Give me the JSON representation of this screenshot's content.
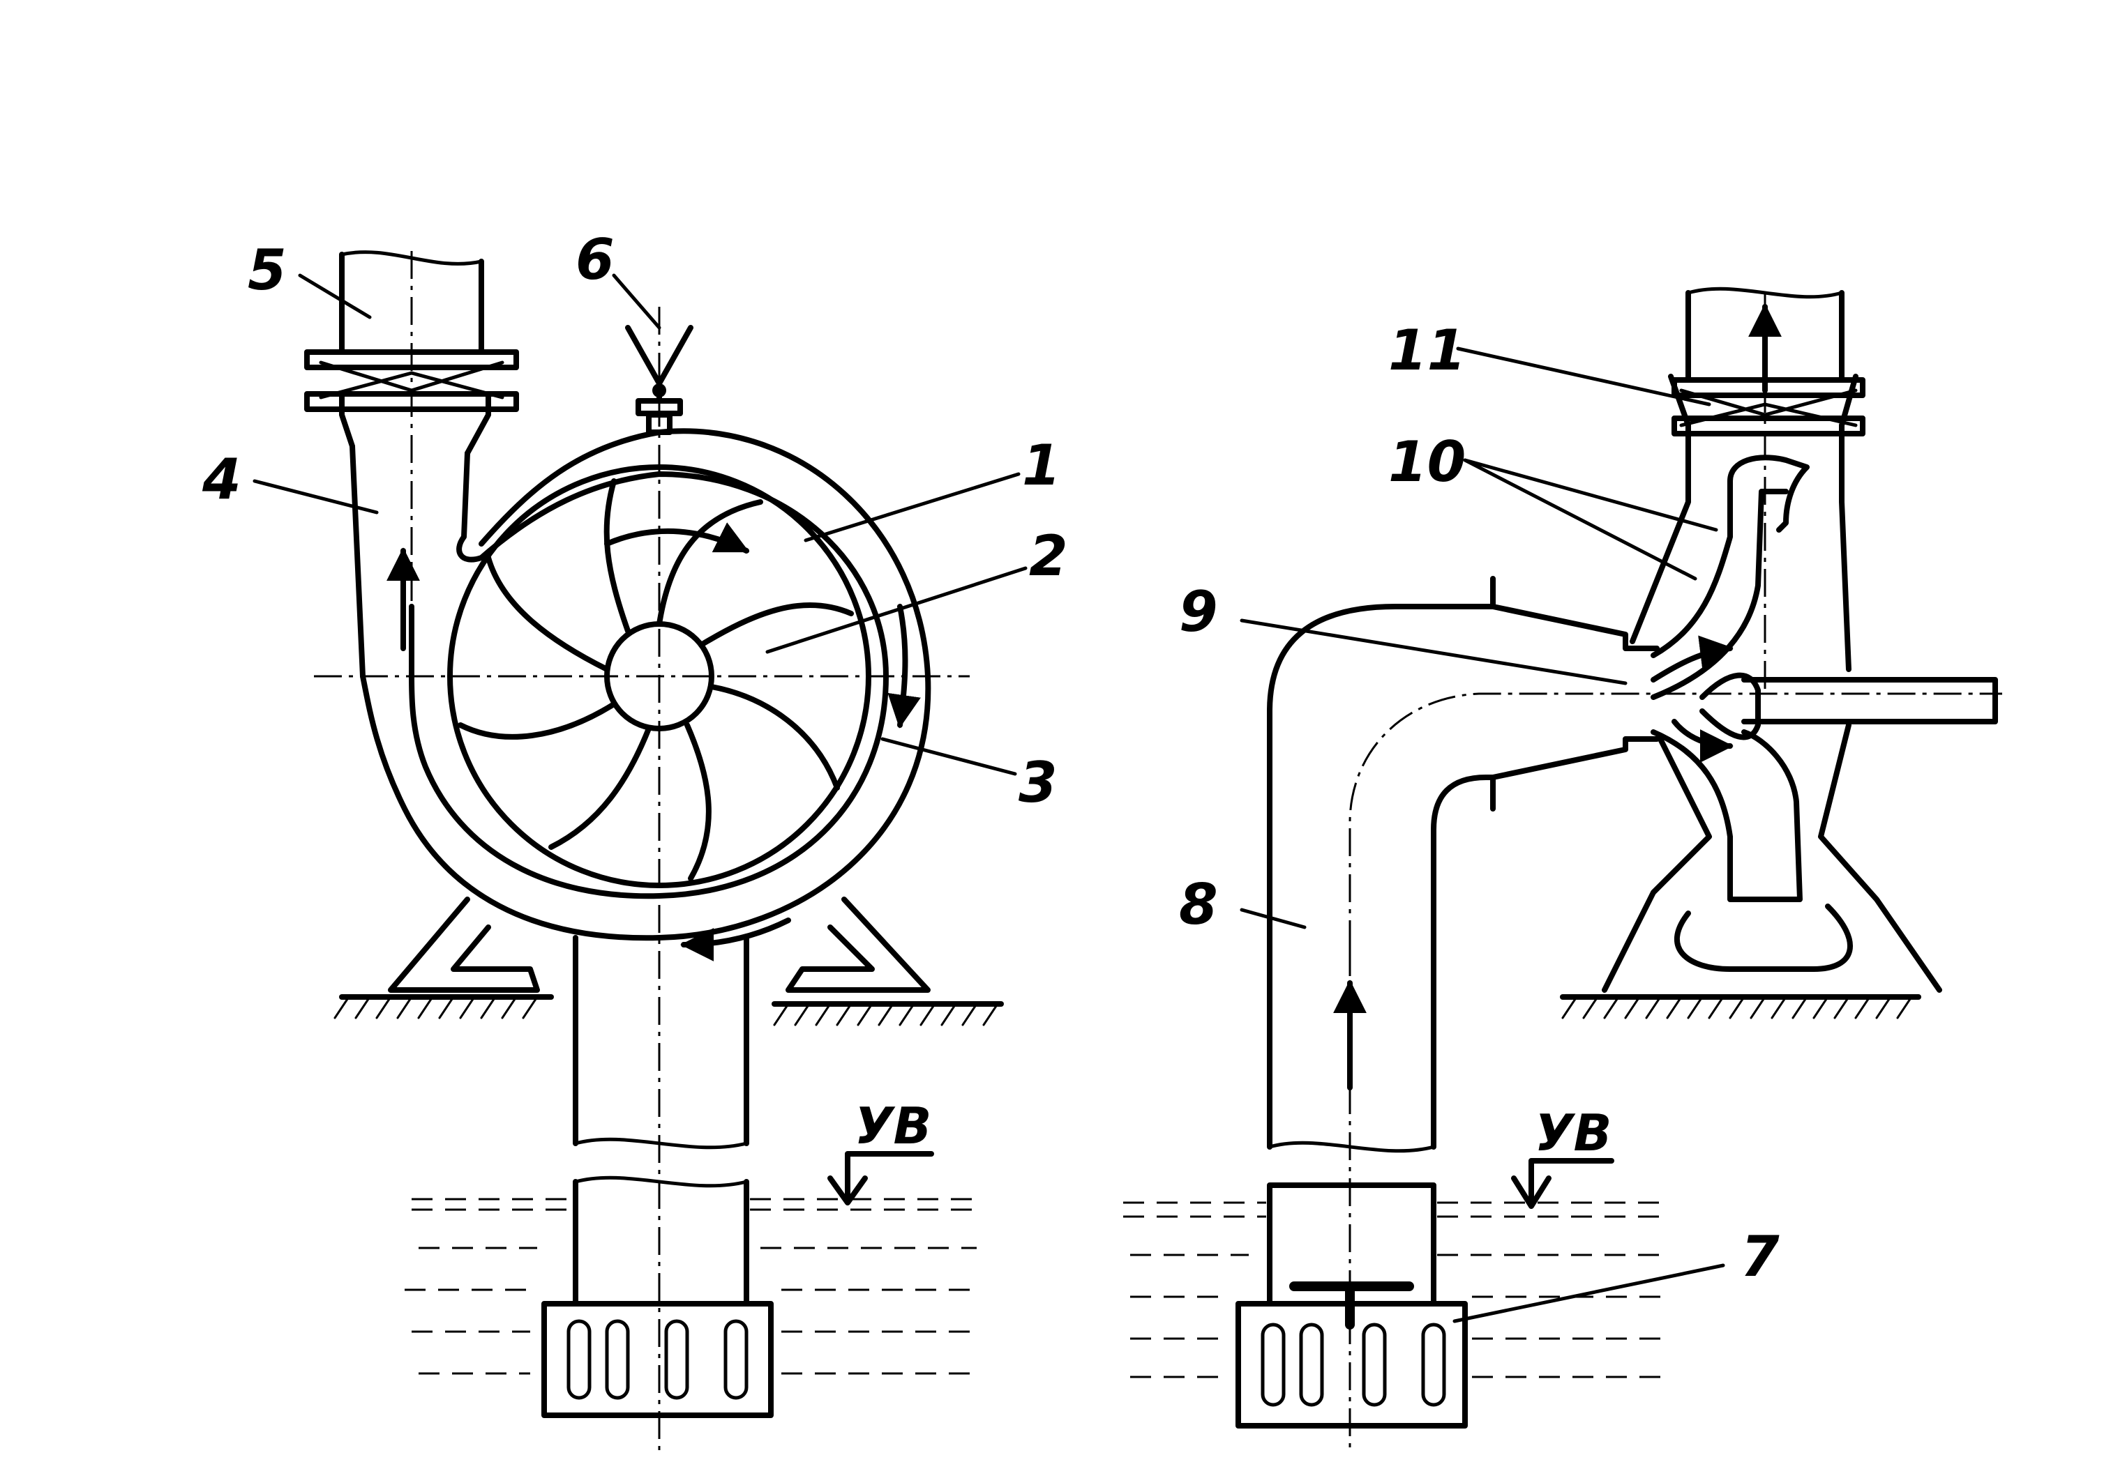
{
  "diagram": {
    "left_pump": {
      "callouts": [
        "1",
        "2",
        "3",
        "4",
        "5",
        "6"
      ],
      "water_level": "УВ"
    },
    "right_pump": {
      "callouts": [
        "7",
        "8",
        "9",
        "10",
        "11"
      ],
      "water_level": "УВ"
    }
  }
}
